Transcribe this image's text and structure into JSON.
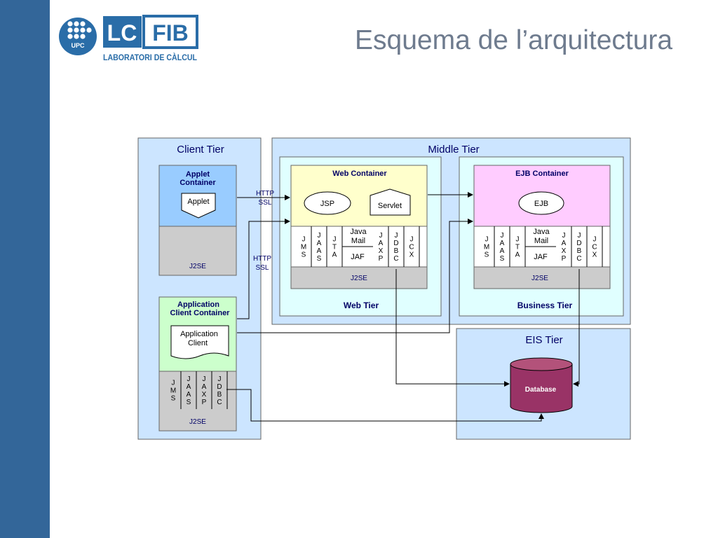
{
  "slide": {
    "title": "Esquema de l’arquitectura"
  },
  "logo": {
    "seal_text": "UPC",
    "lc": "LC",
    "fib": "FIB",
    "subtitle": "LABORATORI DE CÀLCUL"
  },
  "colors": {
    "sidebar": "#336699",
    "tier_bg": "#cce5ff",
    "inner_bg": "#e0ffff",
    "web_container": "#ffffcc",
    "ejb_container": "#ffccff",
    "applet_container": "#99ccff",
    "app_client_container": "#ccffcc",
    "j2se": "#cccccc",
    "database": "#993366",
    "tier_title": "#000066"
  },
  "diagram": {
    "client_tier": {
      "title": "Client Tier",
      "applet_container": {
        "title_line1": "Applet",
        "title_line2": "Container",
        "applet": "Applet",
        "j2se": "J2SE"
      },
      "app_client_container": {
        "title_line1": "Application",
        "title_line2": "Client Container",
        "client_line1": "Application",
        "client_line2": "Client",
        "apis": [
          {
            "name": "api-jms",
            "letters": [
              "J",
              "M",
              "S"
            ]
          },
          {
            "name": "api-jaas",
            "letters": [
              "J",
              "A",
              "A",
              "S"
            ]
          },
          {
            "name": "api-jaxp",
            "letters": [
              "J",
              "A",
              "X",
              "P"
            ]
          },
          {
            "name": "api-jdbc",
            "letters": [
              "J",
              "D",
              "B",
              "C"
            ]
          }
        ],
        "j2se": "J2SE"
      }
    },
    "protocols": {
      "top_line1": "HTTP",
      "top_line2": "SSL",
      "bottom_line1": "HTTP",
      "bottom_line2": "SSL"
    },
    "middle_tier": {
      "title": "Middle Tier",
      "web_tier": {
        "label": "Web Tier",
        "container_title": "Web Container",
        "jsp": "JSP",
        "servlet": "Servlet",
        "java_mail_line1": "Java",
        "java_mail_line2": "Mail",
        "jaf": "JAF",
        "j2se": "J2SE",
        "apis_left": [
          {
            "name": "api-jms",
            "letters": [
              "J",
              "M",
              "S"
            ]
          },
          {
            "name": "api-jaas",
            "letters": [
              "J",
              "A",
              "A",
              "S"
            ]
          },
          {
            "name": "api-jta",
            "letters": [
              "J",
              "T",
              "A"
            ]
          }
        ],
        "apis_right": [
          {
            "name": "api-jaxp",
            "letters": [
              "J",
              "A",
              "X",
              "P"
            ]
          },
          {
            "name": "api-jdbc",
            "letters": [
              "J",
              "D",
              "B",
              "C"
            ]
          },
          {
            "name": "api-jcx",
            "letters": [
              "J",
              "C",
              "X"
            ]
          }
        ]
      },
      "business_tier": {
        "label": "Business Tier",
        "container_title": "EJB Container",
        "ejb": "EJB",
        "java_mail_line1": "Java",
        "java_mail_line2": "Mail",
        "jaf": "JAF",
        "j2se": "J2SE",
        "apis_left": [
          {
            "name": "api-jms",
            "letters": [
              "J",
              "M",
              "S"
            ]
          },
          {
            "name": "api-jaas",
            "letters": [
              "J",
              "A",
              "A",
              "S"
            ]
          },
          {
            "name": "api-jta",
            "letters": [
              "J",
              "T",
              "A"
            ]
          }
        ],
        "apis_right": [
          {
            "name": "api-jaxp",
            "letters": [
              "J",
              "A",
              "X",
              "P"
            ]
          },
          {
            "name": "api-jdbc",
            "letters": [
              "J",
              "D",
              "B",
              "C"
            ]
          },
          {
            "name": "api-jcx",
            "letters": [
              "J",
              "C",
              "X"
            ]
          }
        ]
      }
    },
    "eis_tier": {
      "title": "EIS Tier",
      "database": "Database"
    }
  }
}
